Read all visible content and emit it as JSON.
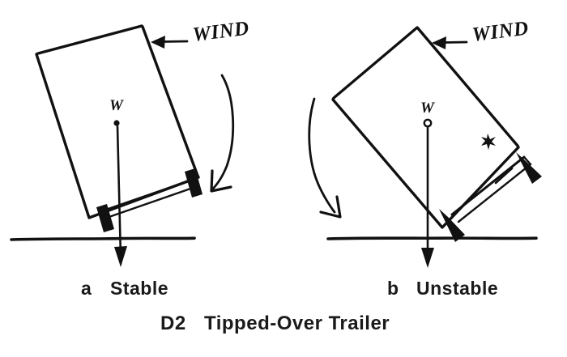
{
  "figure": {
    "caption_number": "D2",
    "caption_title": "Tipped-Over Trailer",
    "background_color": "#ffffff",
    "ink_color": "#111111"
  },
  "panels": [
    {
      "letter": "a",
      "label": "Stable",
      "wind_label": "WIND",
      "weight_label": "W",
      "description": "Trailer box tilted by wind, weight vector falls inside the wheel contact point, rotation arrow curls downward on the leeward side"
    },
    {
      "letter": "b",
      "label": "Unstable",
      "wind_label": "WIND",
      "weight_label": "W",
      "description": "Trailer box tipped far over, weight vector falls outside the wheel contact point, rotation arrow curls downward on the windward side"
    }
  ],
  "annotations": {
    "wind_arrow_name": "wind-direction-arrow",
    "weight_arrow_name": "weight-vector-arrow",
    "rotation_arrow_name": "rotation-arrow",
    "ground_line_name": "ground-line"
  }
}
